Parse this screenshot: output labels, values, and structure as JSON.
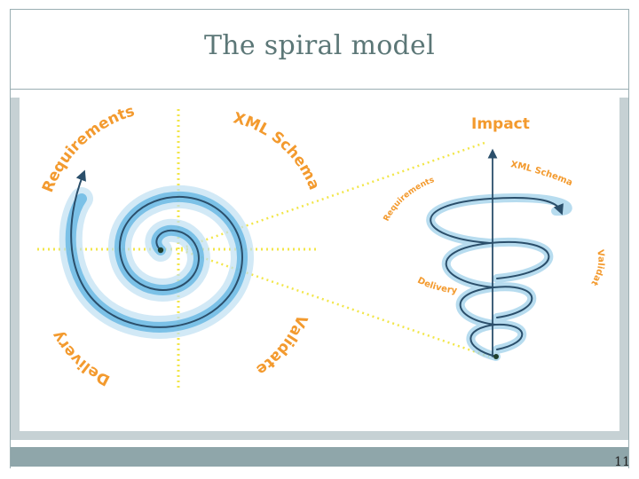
{
  "slide": {
    "title": "The spiral model",
    "page_number": "11"
  },
  "diagram": {
    "spiral_2d": {
      "labels": {
        "requirements": "Requirements",
        "xml_schema": "XML Schema",
        "validate": "Validate",
        "delivery": "Delivery"
      }
    },
    "spiral_3d": {
      "axis_label": "Impact",
      "labels": {
        "requirements": "Requirements",
        "xml_schema": "XML Schema",
        "validate": "Validate",
        "delivery": "Delivery"
      }
    },
    "colors": {
      "label_orange": "#f39a2e",
      "label_blue": "#2c6c9a",
      "guide_yellow": "#f2e64a",
      "spiral_light": "#9fd0ea",
      "spiral_mid": "#5db3e1",
      "spiral_dark": "#2b4f6b",
      "panel_gray": "#c6d1d4",
      "bar_teal": "#8fa6aa"
    }
  }
}
